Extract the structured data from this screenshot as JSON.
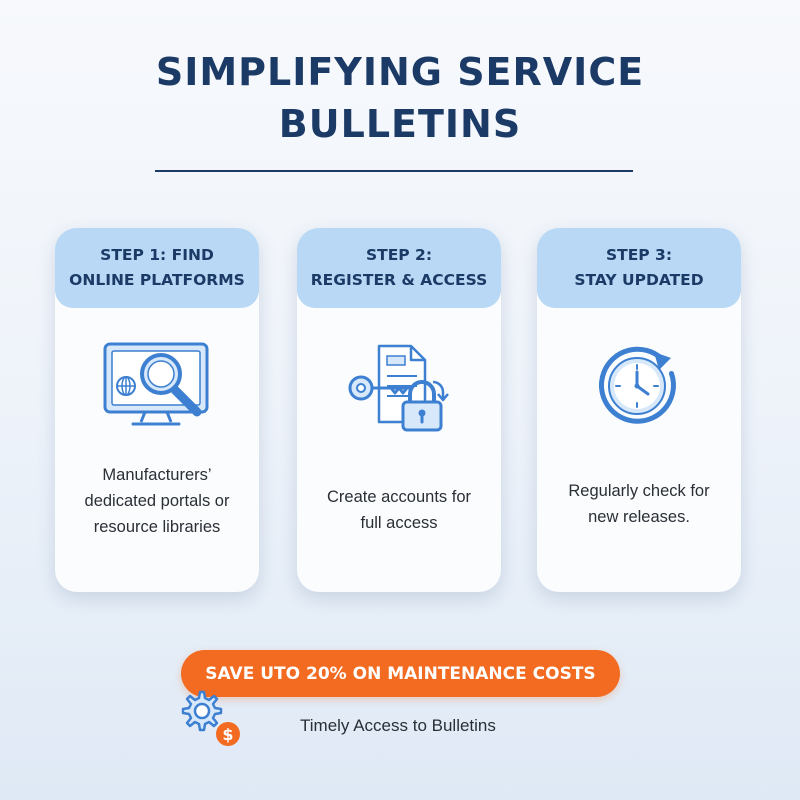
{
  "title": {
    "line1": "SIMPLIFYING SERVICE",
    "line2": "BULLETINS"
  },
  "steps": [
    {
      "heading_line1": "STEP 1: FIND",
      "heading_line2": "ONLINE PLATFORMS",
      "icon": "monitor-search-icon",
      "text_line1": "Manufacturers’",
      "text_line2": "dedicated portals or",
      "text_line3": "resource libraries"
    },
    {
      "heading_line1": "STEP 2:",
      "heading_line2": "REGISTER & ACCESS",
      "icon": "document-key-lock-icon",
      "text_line1": "Create accounts for",
      "text_line2": "full access"
    },
    {
      "heading_line1": "STEP 3:",
      "heading_line2": "STAY UPDATED",
      "icon": "clock-refresh-icon",
      "text_line1": "Regularly check for",
      "text_line2": "new releases."
    }
  ],
  "banner": {
    "label": "SAVE UTO 20% ON MAINTENANCE COSTS"
  },
  "footer": {
    "icon": "gear-dollar-icon",
    "dollar_symbol": "$",
    "text": "Timely Access to Bulletins"
  },
  "colors": {
    "navy": "#1b3a66",
    "header_blue": "#b8d8f5",
    "icon_blue": "#3d7fd0",
    "icon_fill": "#d6e8fa",
    "accent_orange": "#f26b21"
  }
}
